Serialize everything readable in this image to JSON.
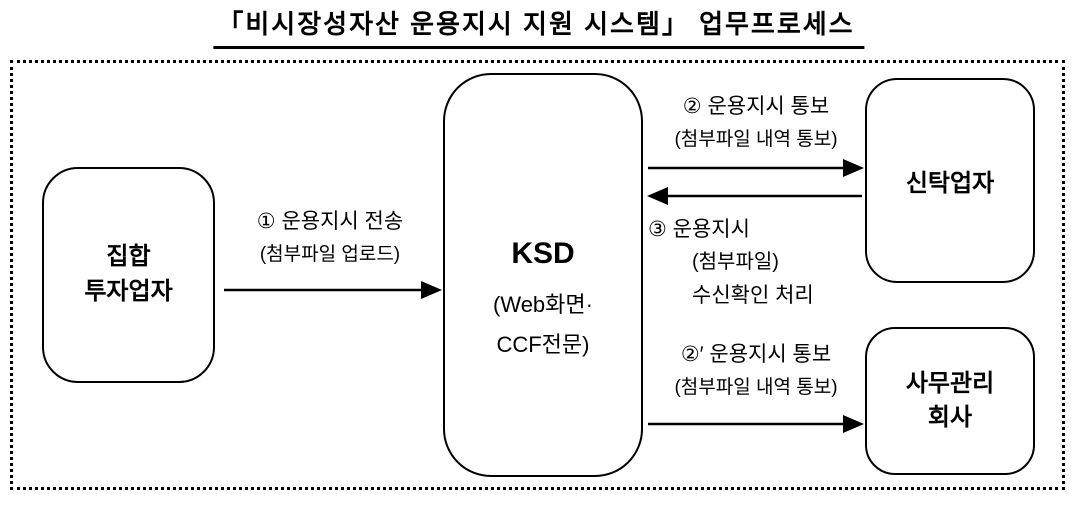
{
  "title": "「비시장성자산 운용지시 지원 시스템」 업무프로세스",
  "nodes": {
    "collective_investor": {
      "line1": "집합",
      "line2": "투자업자"
    },
    "ksd": {
      "name": "KSD",
      "sub1": "(Web화면·",
      "sub2": "CCF전문)"
    },
    "trustee": {
      "label": "신탁업자"
    },
    "admin_company": {
      "line1": "사무관리",
      "line2": "회사"
    }
  },
  "flows": {
    "flow1": {
      "from": "collective_investor",
      "to": "ksd",
      "direction": "right",
      "line1": "① 운용지시 전송",
      "line2": "(첨부파일 업로드)"
    },
    "flow2": {
      "from": "ksd",
      "to": "trustee",
      "direction": "right",
      "line1": "② 운용지시 통보",
      "line2": "(첨부파일 내역 통보)"
    },
    "flow3": {
      "from": "trustee",
      "to": "ksd",
      "direction": "left",
      "line1": "③ 운용지시",
      "line2": "(첨부파일)",
      "line3": "수신확인 처리"
    },
    "flow2prime": {
      "from": "ksd",
      "to": "admin_company",
      "direction": "right",
      "line1": "②′ 운용지시 통보",
      "line2": "(첨부파일 내역 통보)"
    }
  },
  "colors": {
    "line": "#000000",
    "background": "#ffffff",
    "text": "#000000"
  }
}
